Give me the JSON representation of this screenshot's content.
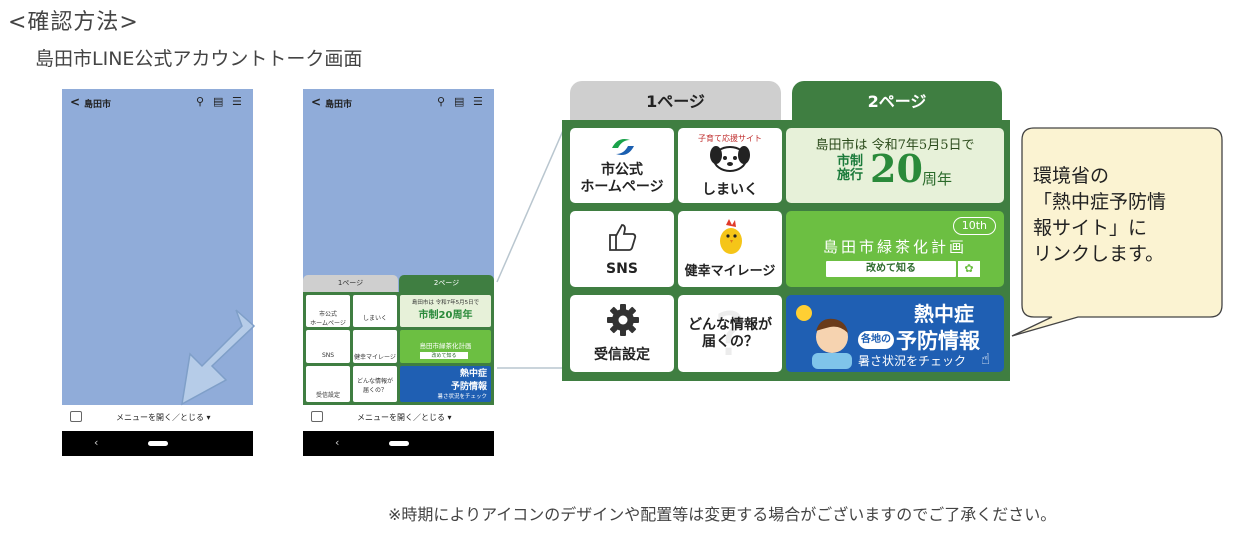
{
  "heading": "<確認方法>",
  "subheading": "島田市LINE公式アカウントトーク画面",
  "footnote": "※時期によりアイコンのデザインや配置等は変更する場合がございますのでご了承ください。",
  "phone": {
    "back_glyph": "<",
    "account_name": "島田市",
    "menu_toggle": "メニューを開く／とじる ▾"
  },
  "tabs": {
    "page1": "1ページ",
    "page2": "2ページ"
  },
  "menu": {
    "home": "市公式\nホームページ",
    "shimaiku_tag": "子育て応援サイト",
    "shimaiku": "しまいく",
    "anniv_top": "島田市は 令和7年5月5日で",
    "anniv_a": "市制施行",
    "anniv_n": "20",
    "anniv_y": "周年",
    "sns": "SNS",
    "mileage": "健幸マイレージ",
    "tea_badge": "10th",
    "tea_title": "島田市緑茶化計画",
    "tea_button": "改めて知る",
    "settings": "受信設定",
    "info": "どんな情報が\n届くの？",
    "heat_title": "熱中症",
    "heat_badge": "各地の",
    "heat_sub": "予防情報",
    "heat_check": "暑さ状況をチェック"
  },
  "mini_menu": {
    "home": "市公式\nホームページ",
    "shimaiku": "しまいく",
    "anniv": "島田市は 令和7年5月5日で",
    "anniv_big": "市制20周年",
    "sns": "SNS",
    "mileage": "健幸マイレージ",
    "tea": "島田市緑茶化計画",
    "tea_btn": "改めて知る",
    "settings": "受信設定",
    "info": "どんな情報が\n届くの？",
    "heat": "熱中症",
    "heat_sub": "予防情報",
    "heat_check": "暑さ状況をチェック"
  },
  "callout": "環境省の\n「熱中症予防情\n報サイト」に\nリンクします。",
  "colors": {
    "screen": "#90acd9",
    "menu_green": "#3f7e41",
    "tab_gray": "#cfcfcf",
    "heat_blue": "#1f5fb3",
    "tea_green": "#6cbf42",
    "bubble": "#fbf3d2"
  }
}
